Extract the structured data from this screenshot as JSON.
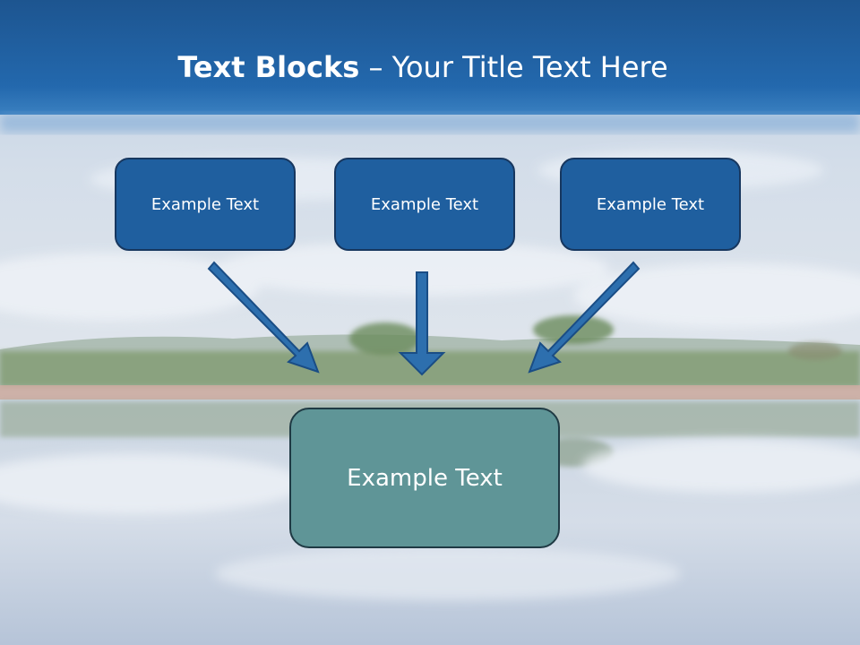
{
  "title": {
    "bold_part": "Text Blocks",
    "rest": " – Your Title Text Here"
  },
  "blocks": {
    "top": [
      {
        "label": "Example Text"
      },
      {
        "label": "Example Text"
      },
      {
        "label": "Example Text"
      }
    ],
    "bottom": {
      "label": "Example Text"
    }
  },
  "colors": {
    "header_blue": "#2367ad",
    "box_blue": "#1f5f9f",
    "box_teal": "#5f9597",
    "arrow_blue": "#2d6fae"
  }
}
